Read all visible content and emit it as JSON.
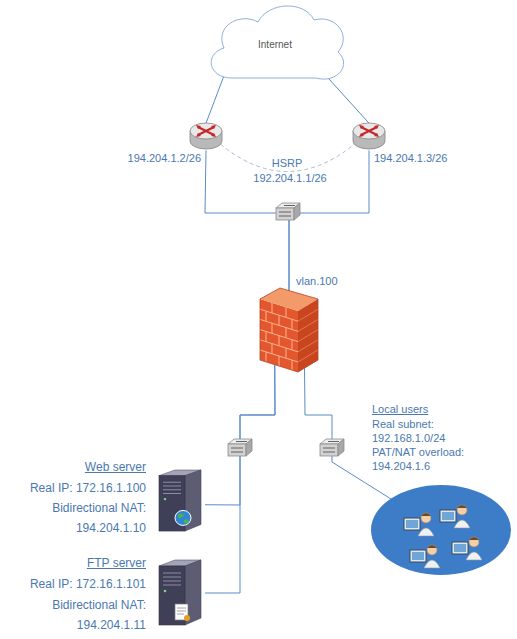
{
  "diagram": {
    "nodes": [
      {
        "text": [
          "Internet"
        ]
      },
      {
        "text": [
          "194.204.1.2/26"
        ]
      },
      {
        "text": [
          "194.204.1.3/26"
        ]
      },
      {
        "text": [
          "vlan.100"
        ]
      },
      {
        "text": [
          "Web server",
          "Real IP: 172.16.1.100 Bidirectional NAT: 194.204.1.10"
        ]
      },
      {
        "text": [
          "FTP server",
          "Real IP: 172.16.1.101 Bidirectional NAT: 194.204.1.11"
        ]
      },
      {
        "text": [
          "Local users",
          "Real subnet: 192.168.1.0/24 PAT/NAT overload: 194.204.1.6"
        ]
      }
    ],
    "edges": [
      {
        "from": 0,
        "to": 1,
        "arrow": "none"
      },
      {
        "from": 0,
        "to": 2,
        "arrow": "none"
      },
      {
        "from": 1,
        "to": 2,
        "label": "HSRP",
        "arrow": "none"
      },
      {
        "from": 1,
        "to": 3,
        "arrow": "none"
      },
      {
        "from": 2,
        "to": 3,
        "arrow": "none"
      },
      {
        "from": 3,
        "to": 4,
        "arrow": "none"
      },
      {
        "from": 3,
        "to": 5,
        "arrow": "none"
      },
      {
        "from": 3,
        "to": 6,
        "arrow": "none"
      }
    ],
    "labels": [
      "192.204.1.1/26"
    ]
  }
}
